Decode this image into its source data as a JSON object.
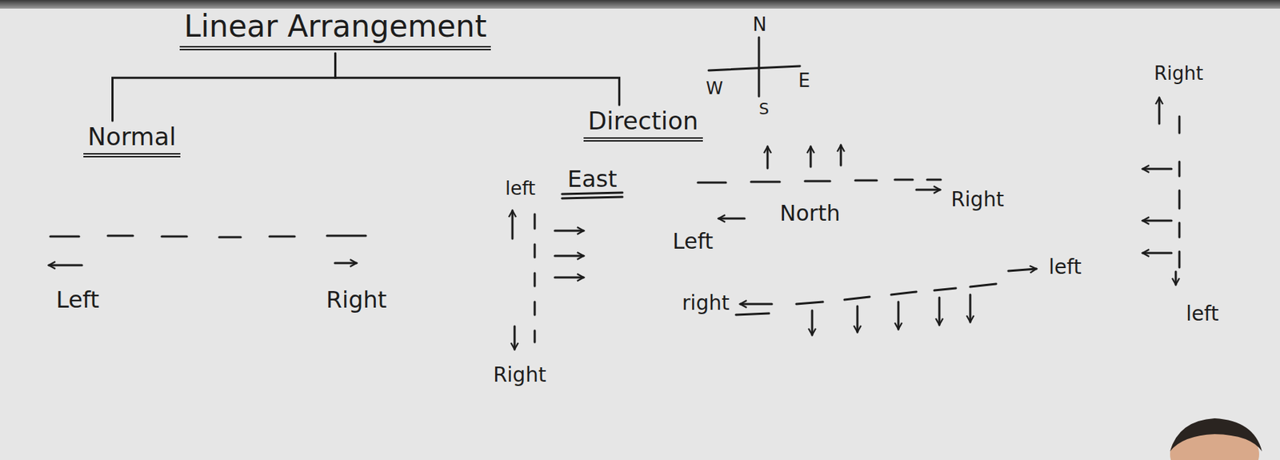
{
  "diagram": {
    "nodes": [
      {
        "text": [
          "Linear Arrangement"
        ]
      },
      {
        "text": [
          "Normal"
        ]
      },
      {
        "text": [
          "Direction"
        ]
      }
    ],
    "edges": [
      {
        "from": 0,
        "to": 1,
        "arrow": "none"
      },
      {
        "from": 0,
        "to": 2,
        "arrow": "none"
      }
    ],
    "labels": [
      "N",
      "W",
      "E",
      "S",
      "Right",
      "left",
      "East",
      "Left",
      "North",
      "Right",
      "Left",
      "Right",
      "right",
      "left",
      "Right",
      "left"
    ]
  }
}
